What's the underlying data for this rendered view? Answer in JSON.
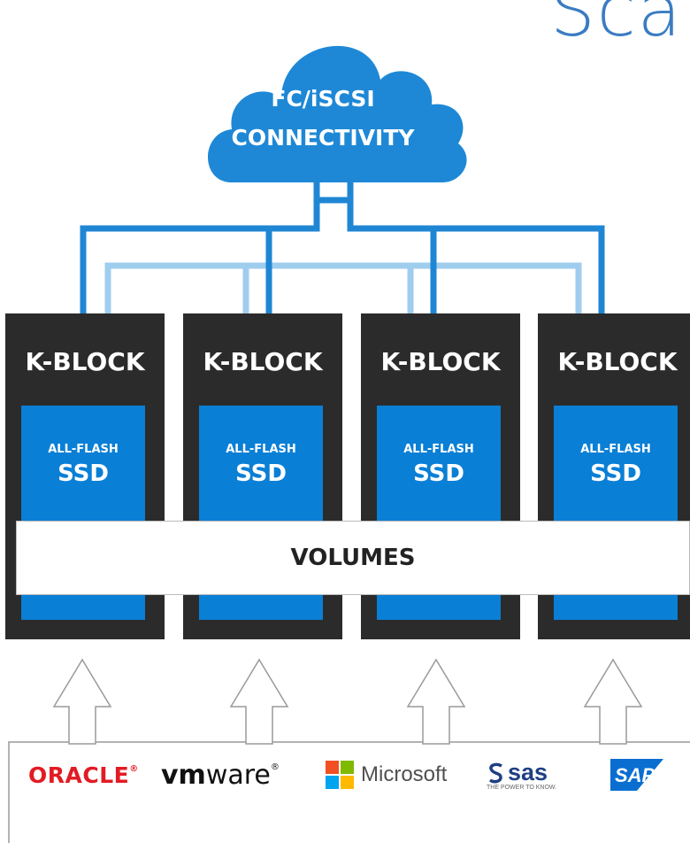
{
  "title": "Sca",
  "cloud": {
    "line1": "FC/iSCSI",
    "line2": "CONNECTIVITY"
  },
  "blocks": [
    {
      "label": "K-BLOCK",
      "ssd_top": "ALL-FLASH",
      "ssd_bottom": "SSD"
    },
    {
      "label": "K-BLOCK",
      "ssd_top": "ALL-FLASH",
      "ssd_bottom": "SSD"
    },
    {
      "label": "K-BLOCK",
      "ssd_top": "ALL-FLASH",
      "ssd_bottom": "SSD"
    },
    {
      "label": "K-BLOCK",
      "ssd_top": "ALL-FLASH",
      "ssd_bottom": "SSD"
    }
  ],
  "volumes_label": "VOLUMES",
  "logos": {
    "oracle": "ORACLE",
    "oracle_mark": "®",
    "vmware_vm": "vm",
    "vmware_ware": "ware",
    "vmware_mark": "®",
    "microsoft": "Microsoft",
    "sas": "sas",
    "sas_tagline": "THE POWER TO KNOW.",
    "sap": "SAP"
  },
  "colors": {
    "title": "#3a7cc2",
    "cloud": "#1e88d6",
    "wire_dark": "#1f86d4",
    "wire_light": "#9fcdee",
    "block": "#2b2b2b",
    "ssd": "#0a7fd6",
    "oracle": "#e21b23",
    "sas": "#1f3f83",
    "sap": "#0a6ed1"
  }
}
